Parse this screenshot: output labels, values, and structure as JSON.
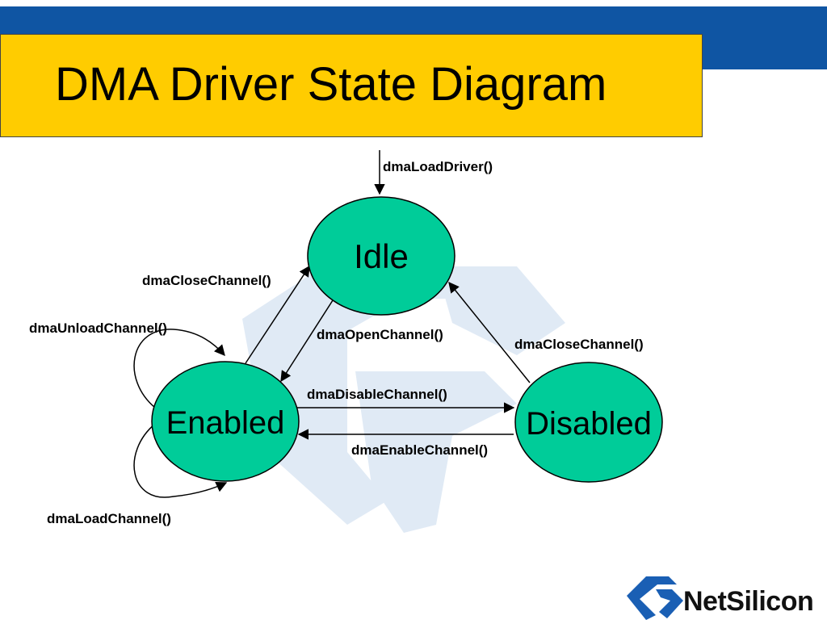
{
  "slide": {
    "title": "DMA Driver State Diagram"
  },
  "states": {
    "idle": "Idle",
    "enabled": "Enabled",
    "disabled": "Disabled"
  },
  "transitions": {
    "load_driver": "dmaLoadDriver()",
    "close_channel_enabled": "dmaCloseChannel()",
    "open_channel": "dmaOpenChannel()",
    "close_channel_disabled": "dmaCloseChannel()",
    "unload_channel": "dmaUnloadChannel()",
    "load_channel": "dmaLoadChannel()",
    "disable_channel": "dmaDisableChannel()",
    "enable_channel": "dmaEnableChannel()"
  },
  "colors": {
    "state_fill": "#00cc99",
    "header_band": "#0f55a3",
    "title_box": "#ffcc00",
    "watermark": "#dde8f4",
    "logo_blue": "#1a5fb4"
  },
  "logo": {
    "text": "NetSilicon",
    "icon": "netsilicon-logo-icon"
  }
}
